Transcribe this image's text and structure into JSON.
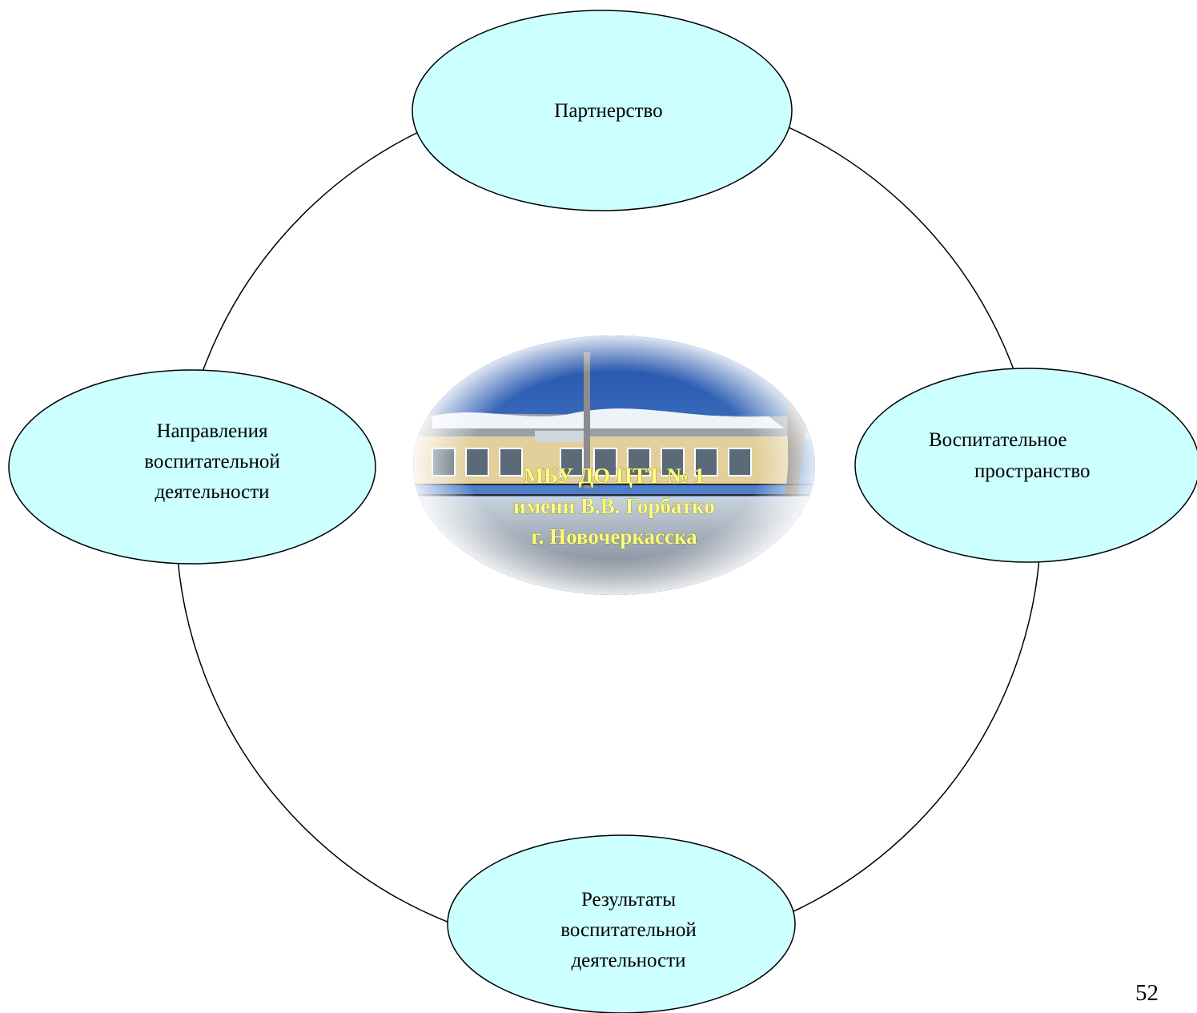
{
  "center": {
    "lines": [
      "МБУ ДО ЦТТ № 1",
      "имени В.В. Горбатко",
      "г. Новочеркасска"
    ]
  },
  "nodes": {
    "top": {
      "lines": [
        "Партнерство"
      ]
    },
    "left": {
      "lines": [
        "Направления",
        "воспитательной",
        "деятельности"
      ]
    },
    "right": {
      "lines": [
        "Воспитательное",
        "пространство"
      ]
    },
    "bottom": {
      "lines": [
        "Результаты",
        "воспитательной",
        "деятельности"
      ]
    }
  },
  "page_number": "52",
  "colors": {
    "node_fill": "#ccffff",
    "node_stroke": "#000000",
    "ring_stroke": "#000000",
    "center_text": "#ffff7a",
    "sky": "#2f63b8",
    "snow": "#e8eef5",
    "building_wall": "#e2cf9c"
  }
}
